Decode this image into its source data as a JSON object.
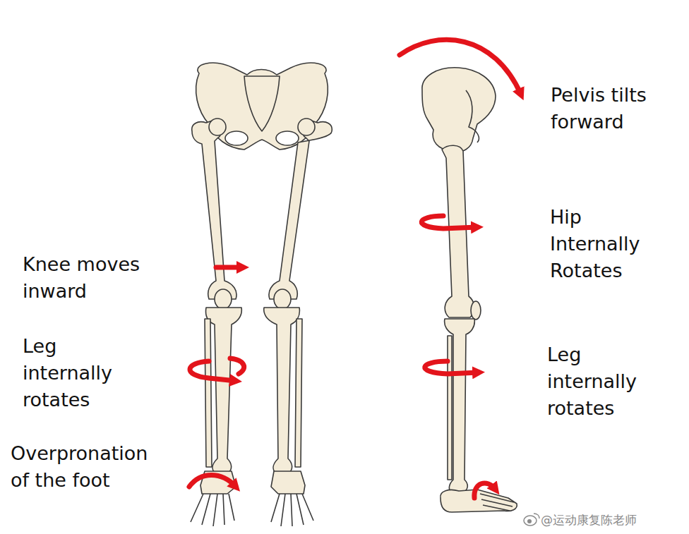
{
  "diagram": {
    "labels": [
      "Knee moves inward",
      "Leg internally rotates",
      "Overpronation of the foot",
      "Pelvis tilts forward",
      "Hip Internally Rotates",
      "Leg internally rotates",
      "@运动康复陈老师"
    ]
  }
}
